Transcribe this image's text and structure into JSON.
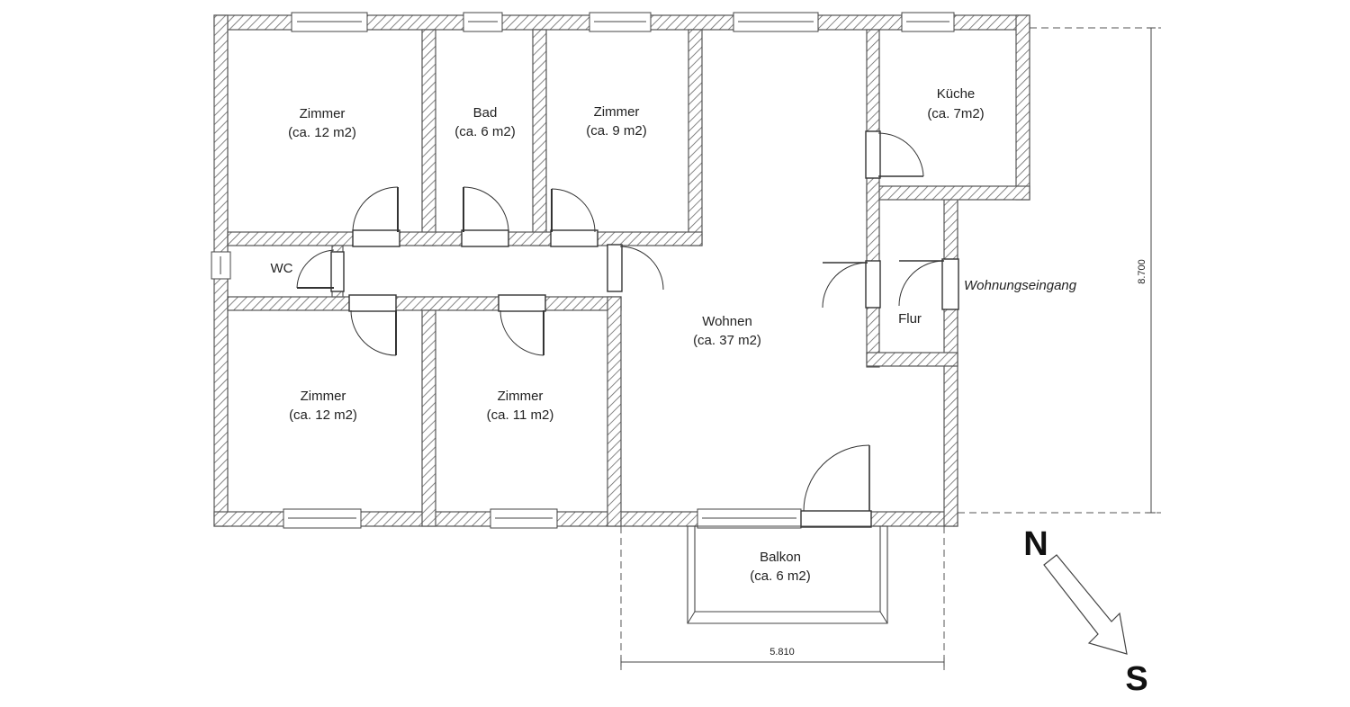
{
  "rooms": {
    "zimmer_nw": {
      "name": "Zimmer",
      "area": "(ca. 12 m2)"
    },
    "bad": {
      "name": "Bad",
      "area": "(ca. 6 m2)"
    },
    "zimmer_n": {
      "name": "Zimmer",
      "area": "(ca. 9 m2)"
    },
    "kueche": {
      "name": "Küche",
      "area": "(ca. 7m2)"
    },
    "wc": {
      "name": "WC"
    },
    "wohnen": {
      "name": "Wohnen",
      "area": "(ca. 37 m2)"
    },
    "flur": {
      "name": "Flur"
    },
    "zimmer_sw": {
      "name": "Zimmer",
      "area": "(ca. 12 m2)"
    },
    "zimmer_s": {
      "name": "Zimmer",
      "area": "(ca. 11 m2)"
    },
    "balkon": {
      "name": "Balkon",
      "area": "(ca. 6 m2)"
    }
  },
  "entrance_label": "Wohnungseingang",
  "dimensions": {
    "height": "8.700",
    "width": "5.810"
  },
  "compass": {
    "north": "N",
    "south": "S"
  }
}
